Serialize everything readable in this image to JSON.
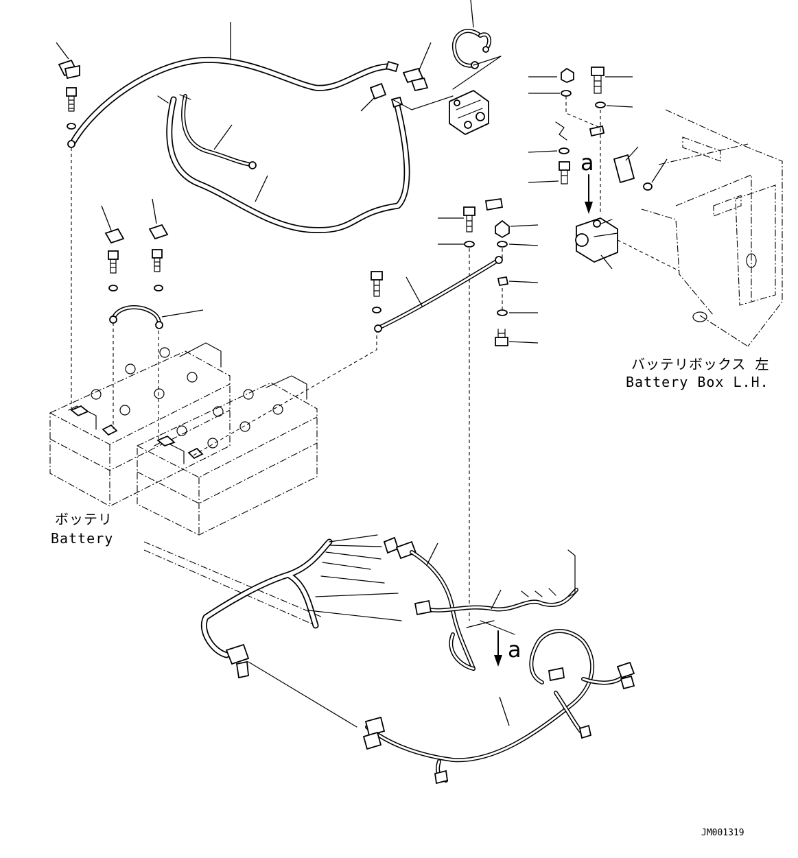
{
  "labels": {
    "battery_box_jp": "バッテリボックス 左",
    "battery_box_en": "Battery Box L.H.",
    "battery_jp": "ボッテリ",
    "battery_en": "Battery",
    "view_marker_upper": "a",
    "view_marker_lower": "a",
    "drawing_code": "JM001319"
  }
}
